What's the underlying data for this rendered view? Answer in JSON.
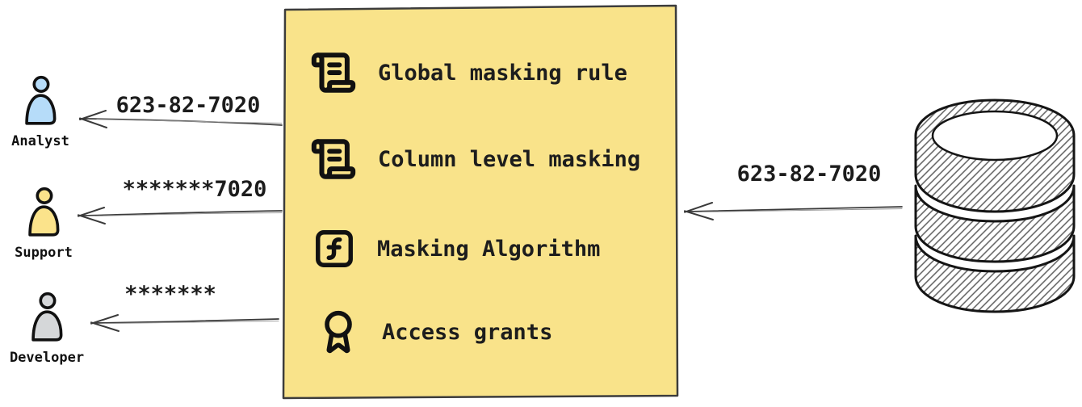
{
  "diagram": {
    "masking_box": {
      "fill": "#f9e38a",
      "border_color": "#3c3c3c",
      "items": [
        {
          "icon": "scroll-text-icon",
          "label": "Global masking rule"
        },
        {
          "icon": "scroll-text-icon",
          "label": "Column level masking"
        },
        {
          "icon": "function-square-icon",
          "label": "Masking Algorithm"
        },
        {
          "icon": "award-icon",
          "label": "Access grants"
        }
      ]
    },
    "personas": [
      {
        "name": "Analyst",
        "received_value": "623-82-7020",
        "color": "#b6dcf9"
      },
      {
        "name": "Support",
        "received_value": "*******7020",
        "color": "#fbe38b"
      },
      {
        "name": "Developer",
        "received_value": "*******",
        "color": "#d5d7d9"
      }
    ],
    "database": {
      "sent_value": "623-82-7020"
    }
  }
}
